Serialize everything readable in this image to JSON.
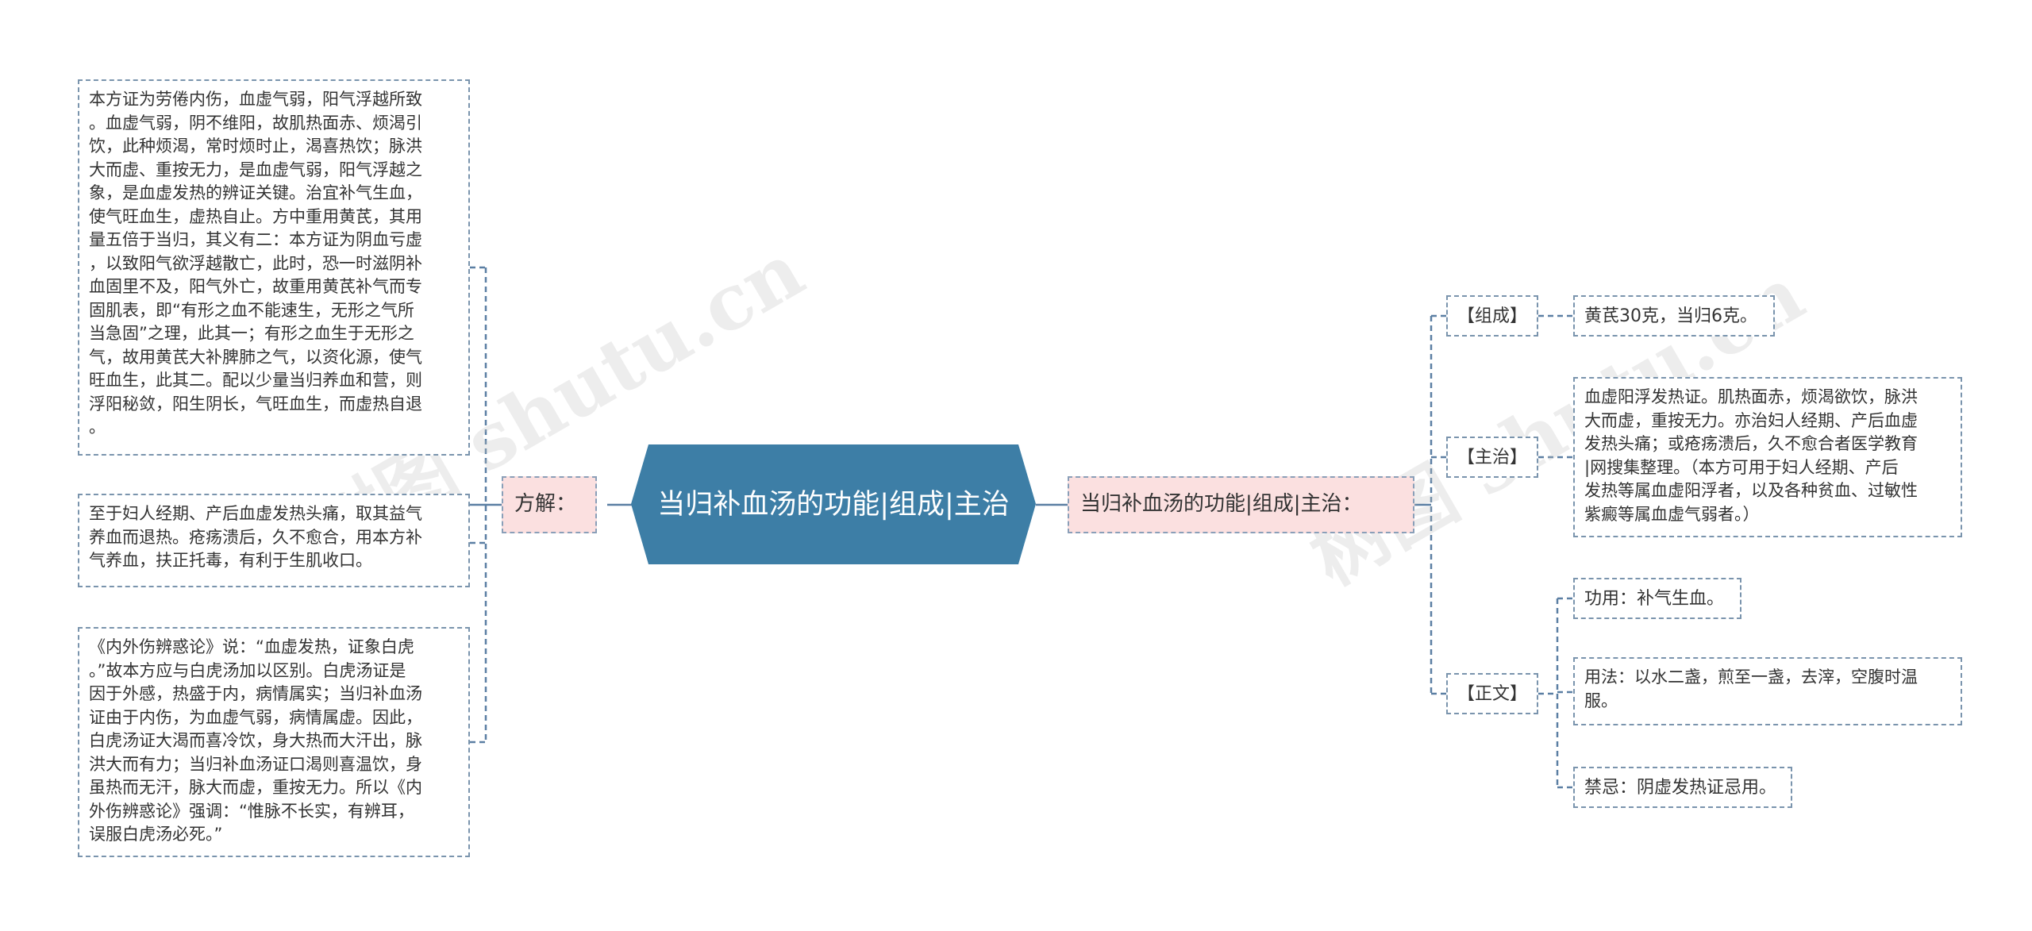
{
  "center": {
    "title": "当归补血汤的功能|组成|主治"
  },
  "left": {
    "label": "方解：",
    "blocks": [
      "本方证为劳倦内伤，血虚气弱，阳气浮越所致\n。血虚气弱，阴不维阳，故肌热面赤、烦渴引\n饮，此种烦渴，常时烦时止，渴喜热饮；脉洪\n大而虚、重按无力，是血虚气弱，阳气浮越之\n象，是血虚发热的辨证关键。治宜补气生血，\n使气旺血生，虚热自止。方中重用黄芪，其用\n量五倍于当归，其义有二：本方证为阴血亏虚\n，以致阳气欲浮越散亡，此时，恐一时滋阴补\n血固里不及，阳气外亡，故重用黄芪补气而专\n固肌表，即“有形之血不能速生，无形之气所\n当急固”之理，此其一；有形之血生于无形之\n气，故用黄芪大补脾肺之气，以资化源，使气\n旺血生，此其二。配以少量当归养血和营，则\n浮阳秘敛，阳生阴长，气旺血生，而虚热自退\n。",
      "至于妇人经期、产后血虚发热头痛，取其益气\n养血而退热。疮疡溃后，久不愈合，用本方补\n气养血，扶正托毒，有利于生肌收口。",
      "《内外伤辨惑论》说：“血虚发热，证象白虎\n。”故本方应与白虎汤加以区别。白虎汤证是\n因于外感，热盛于内，病情属实；当归补血汤\n证由于内伤，为血虚气弱，病情属虚。因此，\n白虎汤证大渴而喜冷饮，身大热而大汗出，脉\n洪大而有力；当归补血汤证口渴则喜温饮，身\n虽热而无汗，脉大而虚，重按无力。所以《内\n外伤辨惑论》强调：“惟脉不长实，有辨耳，\n误服白虎汤必死。”"
    ]
  },
  "right": {
    "label": "当归补血汤的功能|组成|主治：",
    "groups": [
      {
        "tag": "【组成】",
        "items": [
          "黄芪30克，当归6克。"
        ]
      },
      {
        "tag": "【主治】",
        "items": [
          "血虚阳浮发热证。肌热面赤，烦渴欲饮，脉洪\n大而虚，重按无力。亦治妇人经期、产后血虚\n发热头痛；或疮疡溃后，久不愈合者医学教育\n|网搜集整理。（本方可用于妇人经期、产后\n发热等属血虚阳浮者，以及各种贫血、过敏性\n紫癜等属血虚气弱者。）"
        ]
      },
      {
        "tag": "【正文】",
        "items": [
          "功用：补气生血。",
          "用法：以水二盏，煎至一盏，去滓，空腹时温\n服。",
          "禁忌：阴虚发热证忌用。"
        ]
      }
    ]
  },
  "watermarks": [
    "树图 shutu.cn",
    "树图 shutu.cn"
  ],
  "colors": {
    "center_fill": "#3d7ea6",
    "pink_fill": "#fbe0e0",
    "line": "#5b7fa3",
    "dash_border": "#7a94ad"
  }
}
